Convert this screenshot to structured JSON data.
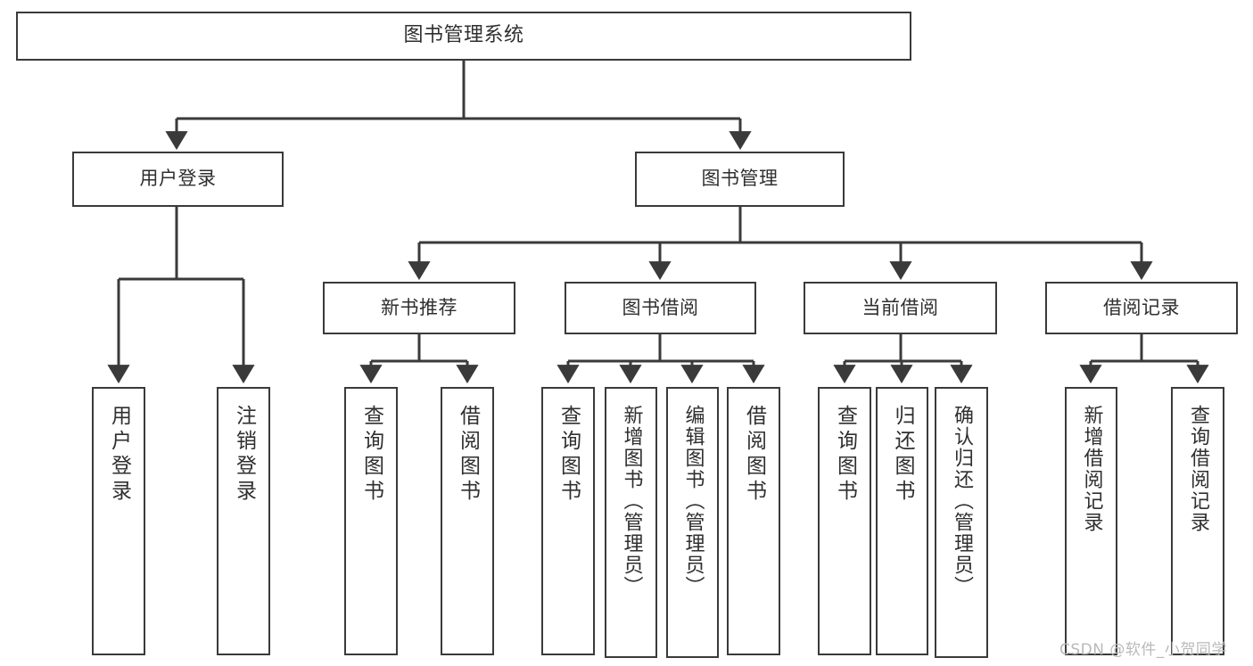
{
  "diagram": {
    "title": "图书管理系统",
    "type": "tree-structure-chart",
    "colors": {
      "stroke": "#3a3a3a",
      "text": "#2f2f2f",
      "background": "#ffffff",
      "watermark": "#b9b9b9"
    },
    "root": {
      "label": "图书管理系统"
    },
    "level2": [
      {
        "label": "用户登录"
      },
      {
        "label": "图书管理"
      }
    ],
    "level3": [
      {
        "label": "新书推荐"
      },
      {
        "label": "图书借阅"
      },
      {
        "label": "当前借阅"
      },
      {
        "label": "借阅记录"
      }
    ],
    "leaves": {
      "user_login": [
        {
          "label": "用户登录"
        },
        {
          "label": "注销登录"
        }
      ],
      "new_book_recommend": [
        {
          "label": "查询图书"
        },
        {
          "label": "借阅图书"
        }
      ],
      "book_borrow": [
        {
          "label": "查询图书"
        },
        {
          "label": "新增图书（管理员）"
        },
        {
          "label": "编辑图书（管理员）"
        },
        {
          "label": "借阅图书"
        }
      ],
      "current_borrow": [
        {
          "label": "查询图书"
        },
        {
          "label": "归还图书"
        },
        {
          "label": "确认归还（管理员）"
        }
      ],
      "borrow_record": [
        {
          "label": "新增借阅记录"
        },
        {
          "label": "查询借阅记录"
        }
      ]
    },
    "watermark": "CSDN @软件_小贺同学"
  }
}
